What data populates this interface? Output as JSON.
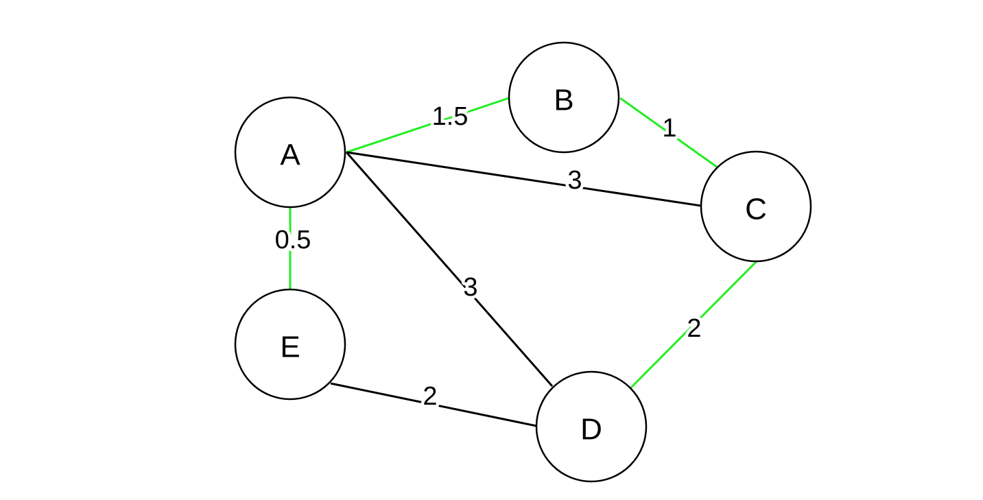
{
  "graph": {
    "colors": {
      "highlight": "#22ee22",
      "normal": "#000000"
    },
    "nodes": [
      {
        "id": "A",
        "label": "A"
      },
      {
        "id": "B",
        "label": "B"
      },
      {
        "id": "C",
        "label": "C"
      },
      {
        "id": "D",
        "label": "D"
      },
      {
        "id": "E",
        "label": "E"
      }
    ],
    "edges": [
      {
        "from": "A",
        "to": "B",
        "weight": "1.5",
        "highlighted": true
      },
      {
        "from": "B",
        "to": "C",
        "weight": "1",
        "highlighted": true
      },
      {
        "from": "A",
        "to": "C",
        "weight": "3",
        "highlighted": false
      },
      {
        "from": "A",
        "to": "E",
        "weight": "0.5",
        "highlighted": true
      },
      {
        "from": "A",
        "to": "D",
        "weight": "3",
        "highlighted": false
      },
      {
        "from": "C",
        "to": "D",
        "weight": "2",
        "highlighted": true
      },
      {
        "from": "E",
        "to": "D",
        "weight": "2",
        "highlighted": false
      }
    ]
  }
}
